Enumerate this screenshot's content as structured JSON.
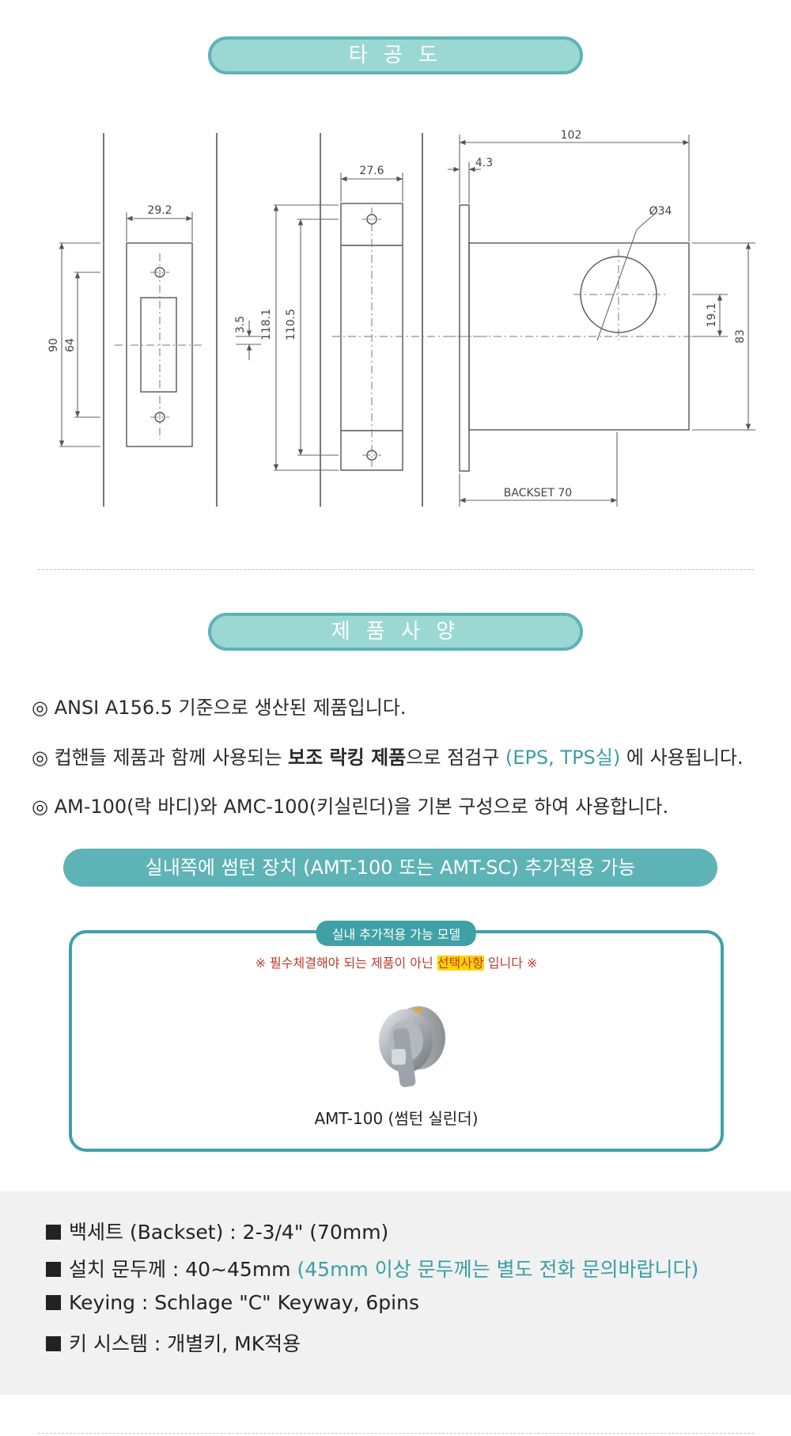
{
  "section1": {
    "title": "타 공 도"
  },
  "drawing": {
    "dims": {
      "d292": "29.2",
      "d90": "90",
      "d64": "64",
      "d35": "3.5",
      "d1181": "118.1",
      "d1105": "110.5",
      "d276": "27.6",
      "d102": "102",
      "d43": "4.3",
      "d34": "Ø34",
      "d191": "19.1",
      "d83": "83",
      "backset": "BACKSET 70"
    }
  },
  "section2": {
    "title": "제 품 사 양"
  },
  "specs": {
    "line1": "◎  ANSI A156.5 기준으로 생산된 제품입니다.",
    "line2_a": "◎ 컵핸들 제품과 함께 사용되는 ",
    "line2_bold": "보조 락킹 제품",
    "line2_b": "으로 점검구 ",
    "line2_accent": "(EPS, TPS실)",
    "line2_c": " 에 사용됩니다.",
    "line3": "◎ AM-100(락 바디)와 AMC-100(키실린더)을 기본 구성으로 하여 사용합니다."
  },
  "banner": {
    "text": "실내쪽에  썸턴 장치 (AMT-100 또는 AMT-SC) 추가적용 가능"
  },
  "model": {
    "tag": "실내 추가적용 가능 모델",
    "note_a": "※ 필수체결해야 되는 제품이 아닌 ",
    "note_highlight": "선택사항",
    "note_b": " 입니다 ※",
    "caption": "AMT-100 (썸턴 실린더)"
  },
  "details": {
    "line1": "백세트 (Backset) : 2-3/4\" (70mm)",
    "line2_a": "설치 문두께 : 40~45mm ",
    "line2_accent": "(45mm 이상  문두께는 별도 전화 문의바랍니다)",
    "line3": "Keying : Schlage \"C\" Keyway, 6pins",
    "line4": "키 시스템 : 개별키, MK적용"
  },
  "colors": {
    "teal": "#5eb3b6",
    "teal_light": "#9bd8d4",
    "accent": "#3b9ea3",
    "highlight": "#ffd400",
    "note_red": "#c0392b"
  }
}
